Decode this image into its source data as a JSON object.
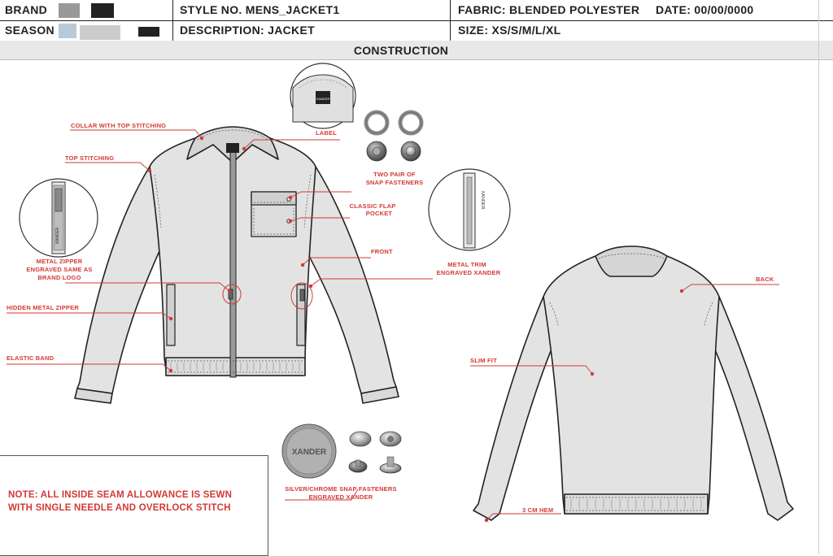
{
  "header": {
    "brand_label": "BRAND",
    "season_label": "SEASON",
    "style_no": "STYLE NO. MENS_JACKET1",
    "description": "DESCRIPTION: JACKET",
    "fabric": "FABRIC: BLENDED POLYESTER",
    "date": "DATE: 00/00/0000",
    "size": "SIZE: XS/S/M/L/XL"
  },
  "section_title": "CONSTRUCTION",
  "callouts": {
    "collar": "COLLAR WITH TOP STITCHING",
    "top_stitching": "TOP STITCHING",
    "label": "LABEL",
    "snap_two_pair": [
      "TWO PAIR OF",
      "SNAP FASTENERS"
    ],
    "flap_pocket": [
      "CLASSIC FLAP",
      "POCKET"
    ],
    "front": "FRONT",
    "metal_trim": [
      "METAL TRIM",
      "ENGRAVED XANDER"
    ],
    "metal_zipper": [
      "METAL ZIPPER",
      "ENGRAVED SAME AS",
      "BRAND LOGO"
    ],
    "hidden_zipper": "HIDDEN METAL ZIPPER",
    "elastic_band": "ELASTIC BAND",
    "back": "BACK",
    "slim_fit": "SLIM FIT",
    "hem": "3 CM HEM",
    "silver_snaps": [
      "SILVER/CHROME SNAP FASTENERS",
      "ENGRAVED XANDER"
    ]
  },
  "hardware": {
    "button_engraving": "XANDER",
    "label_text": "XANDER",
    "trim_text": "XANDER"
  },
  "note": "NOTE: ALL INSIDE SEAM ALLOWANCE IS SEWN\nWITH SINGLE NEEDLE AND OVERLOCK STITCH",
  "colors": {
    "callout_red": "#d23a36",
    "garment_fill": "#e3e3e3",
    "outline": "#222222"
  }
}
